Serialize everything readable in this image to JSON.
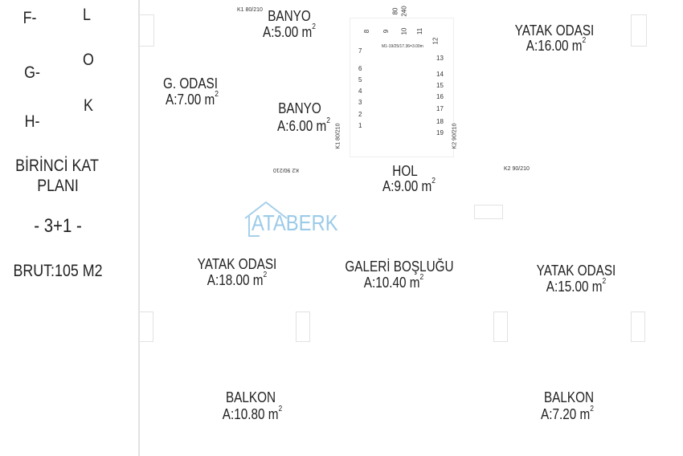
{
  "legend": {
    "block_letters_left": [
      "F-",
      "G-",
      "H-"
    ],
    "block_word": [
      "L",
      "O",
      "K"
    ],
    "plan_title_line1": "BİRİNCİ KAT",
    "plan_title_line2": "PLANI",
    "type": "- 3+1 -",
    "gross_area": "BRUT:105 M2"
  },
  "watermark": "ATABERK",
  "rooms": [
    {
      "name": "BANYO",
      "area": "A:5.00 m"
    },
    {
      "name": "YATAK ODASI",
      "area": "A:16.00 m"
    },
    {
      "name": "G. ODASI",
      "area": "A:7.00 m"
    },
    {
      "name": "BANYO",
      "area": "A:6.00 m"
    },
    {
      "name": "HOL",
      "area": "A:9.00 m"
    },
    {
      "name": "YATAK ODASI",
      "area": "A:18.00 m"
    },
    {
      "name": "GALERİ BOŞLUĞU",
      "area": "A:10.40 m"
    },
    {
      "name": "YATAK ODASI",
      "area": "A:15.00 m"
    },
    {
      "name": "BALKON",
      "area": "A:10.80 m"
    },
    {
      "name": "BALKON",
      "area": "A:7.20 m"
    }
  ],
  "area_unit_exponent": "2",
  "doors": [
    "K1 80/210",
    "K1 80/210",
    "K2 90/210",
    "K2 90/210",
    "K2 90/210"
  ],
  "stair": {
    "note": "M1-19/25/17.36=3.00m",
    "top_dims": [
      "80",
      "240"
    ],
    "steps": [
      "1",
      "2",
      "3",
      "4",
      "5",
      "6",
      "7",
      "8",
      "9",
      "10",
      "11",
      "12",
      "13",
      "14",
      "15",
      "16",
      "17",
      "18",
      "19"
    ]
  }
}
